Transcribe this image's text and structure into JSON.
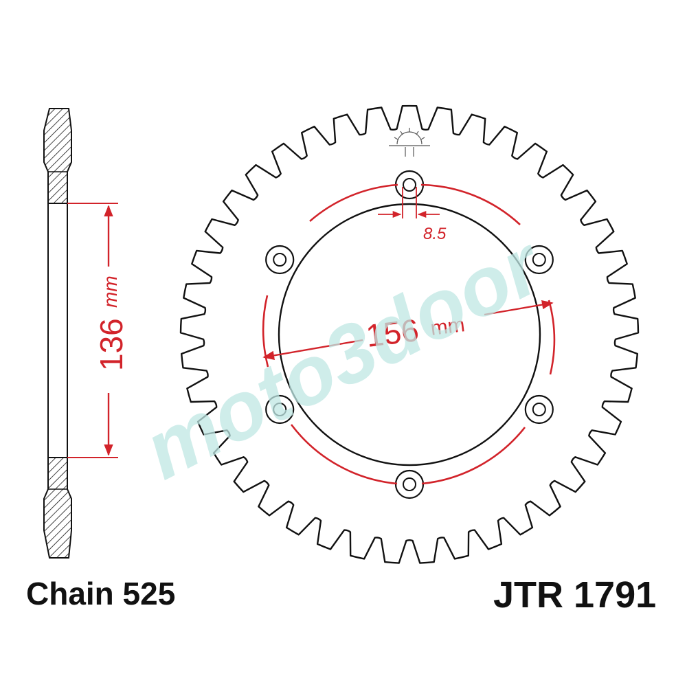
{
  "labels": {
    "chain": "Chain 525",
    "part_number": "JTR 1791"
  },
  "dimensions": {
    "bolt_circle_value": "156",
    "bolt_circle_unit": "mm",
    "hub_height_value": "136",
    "hub_height_unit": "mm",
    "bolt_hole": "8.5"
  },
  "watermark": "moto3door",
  "sprocket": {
    "teeth": 41,
    "bolt_holes": 6
  },
  "colors": {
    "outline": "#111111",
    "dimension": "#d2232a",
    "watermark": "#bfe7e4"
  }
}
